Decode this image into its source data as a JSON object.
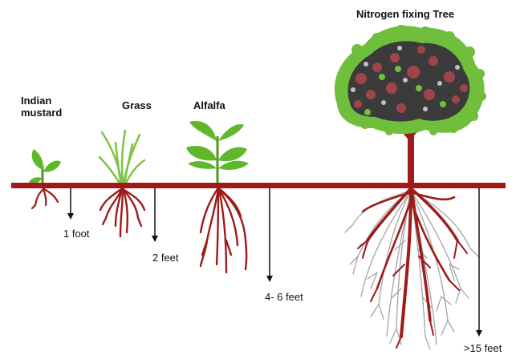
{
  "plants": [
    {
      "name_line1": "Indian",
      "name_line2": "mustard",
      "depth": "1 foot"
    },
    {
      "name": "Grass",
      "depth": "2 feet"
    },
    {
      "name": "Alfalfa",
      "depth": "4- 6 feet"
    },
    {
      "name": "Nitrogen fixing Tree",
      "depth": ">15 feet"
    }
  ],
  "colors": {
    "ground_line": "#a01818",
    "root": "#9e1b1b",
    "leaf": "#5fb82a",
    "grass": "#7dc243",
    "tree_canopy_dark": "#3b3b3b",
    "tree_canopy_red": "#a8474d",
    "tree_fine_roots": "#9a9a9a"
  }
}
